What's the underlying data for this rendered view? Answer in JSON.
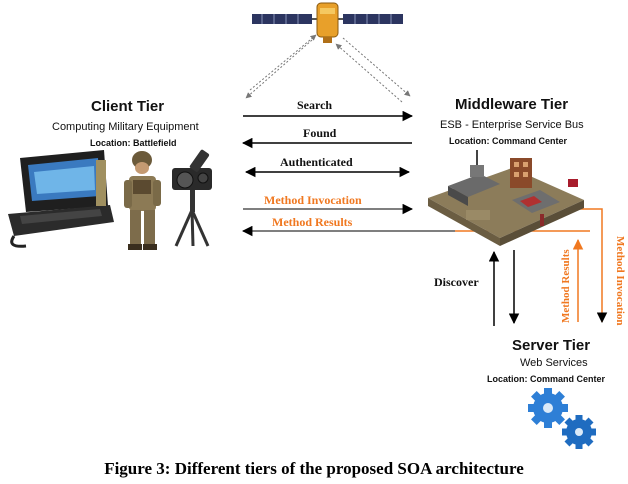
{
  "client": {
    "title": "Client Tier",
    "subtitle": "Computing Military Equipment",
    "location": "Location: Battlefield"
  },
  "middleware": {
    "title": "Middleware Tier",
    "subtitle": "ESB - Enterprise Service Bus",
    "location": "Location: Command Center"
  },
  "server": {
    "title": "Server Tier",
    "subtitle": "Web Services",
    "location": "Location: Command Center"
  },
  "flows": {
    "search": "Search",
    "found": "Found",
    "authenticated": "Authenticated",
    "method_invocation": "Method Invocation",
    "method_results": "Method Results",
    "discover": "Discover"
  },
  "vertical_flows": {
    "method_results": "Method Results",
    "method_invocation": "Method Invocation"
  },
  "caption": "Figure 3: Different tiers of the proposed SOA architecture",
  "colors": {
    "black_flow": "#000000",
    "orange_flow": "#f07820",
    "gear": "#2e7fd6"
  },
  "icons": [
    "satellite-icon",
    "laptop-icon",
    "soldier-icon",
    "camera-tripod-icon",
    "command-center-icon",
    "gear-icon"
  ]
}
